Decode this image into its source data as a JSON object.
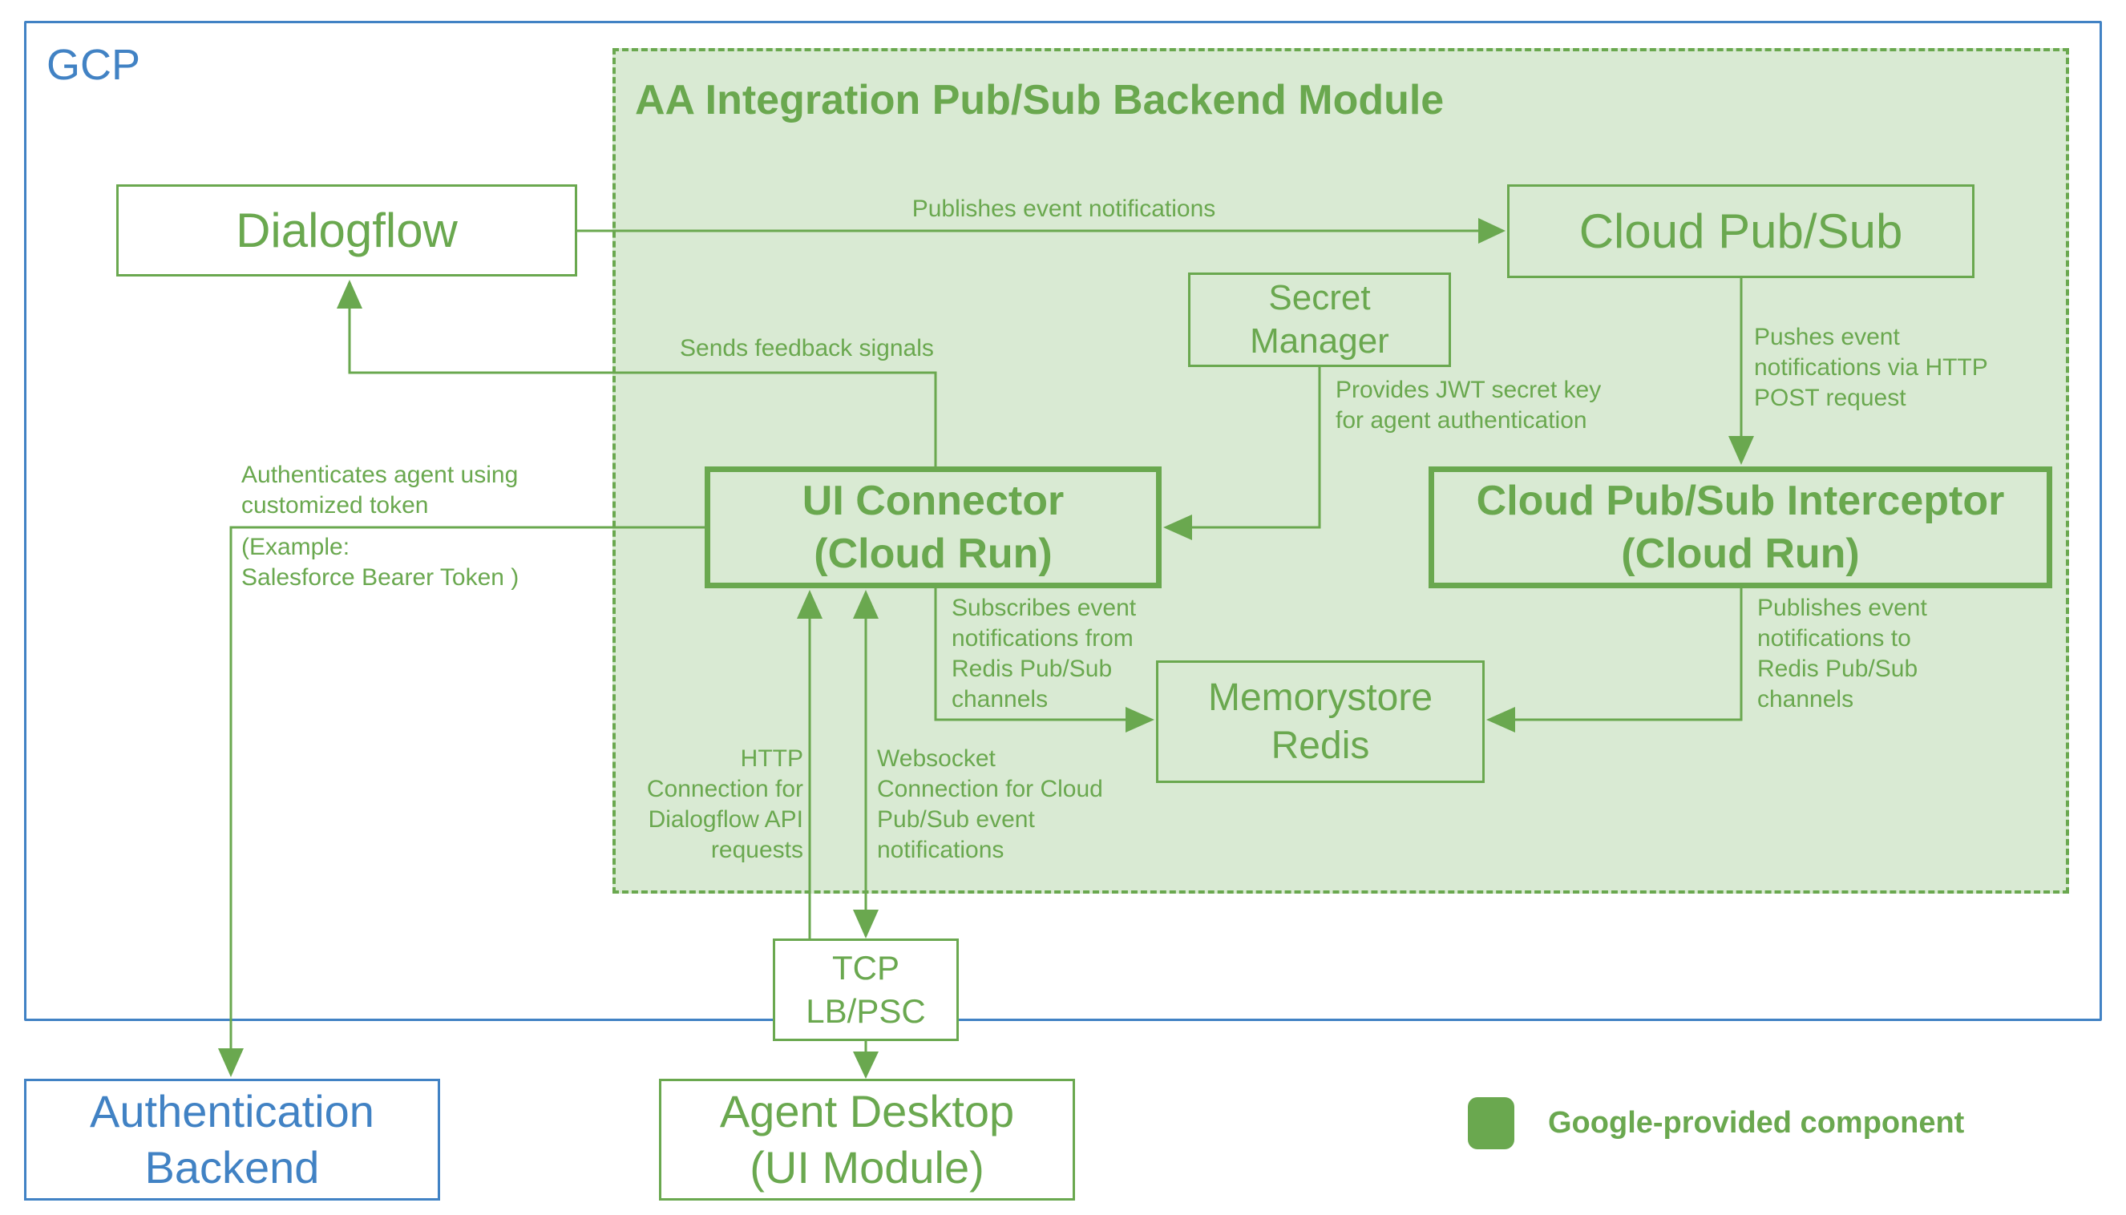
{
  "theme": {
    "green": "#6aa84f",
    "green_fill": "#d9ead3",
    "blue": "#4182c4",
    "background": "#ffffff"
  },
  "gcp": {
    "label": "GCP"
  },
  "module": {
    "title": "AA Integration Pub/Sub Backend Module"
  },
  "nodes": {
    "dialogflow": {
      "label": "Dialogflow"
    },
    "cloud_pubsub": {
      "label": "Cloud Pub/Sub"
    },
    "secret_manager": {
      "label": "Secret\nManager"
    },
    "ui_connector": {
      "label": "UI Connector\n(Cloud Run)"
    },
    "interceptor": {
      "label": "Cloud Pub/Sub Interceptor\n(Cloud Run)"
    },
    "memorystore": {
      "label": "Memorystore\nRedis"
    },
    "tcp_lb": {
      "label": "TCP\nLB/PSC"
    },
    "auth_backend": {
      "label": "Authentication\nBackend"
    },
    "agent_desktop": {
      "label": "Agent Desktop\n(UI Module)"
    }
  },
  "edges": {
    "publishes_notifications": "Publishes event notifications",
    "sends_feedback": "Sends feedback signals",
    "pushes_event": "Pushes event\nnotifications via HTTP\nPOST request",
    "provides_jwt": "Provides JWT secret key\nfor agent authentication",
    "subscribes_redis": "Subscribes event\nnotifications from\nRedis Pub/Sub\nchannels",
    "publishes_redis": "Publishes event\nnotifications to\nRedis Pub/Sub\nchannels",
    "http_connection": "HTTP\nConnection for\nDialogflow API\nrequests",
    "websocket_connection": "Websocket\nConnection for Cloud\nPub/Sub event\nnotifications",
    "authenticates": "Authenticates agent using\ncustomized token",
    "authenticates_example": "(Example:\nSalesforce Bearer Token )"
  },
  "legend": {
    "label": "Google-provided component"
  }
}
